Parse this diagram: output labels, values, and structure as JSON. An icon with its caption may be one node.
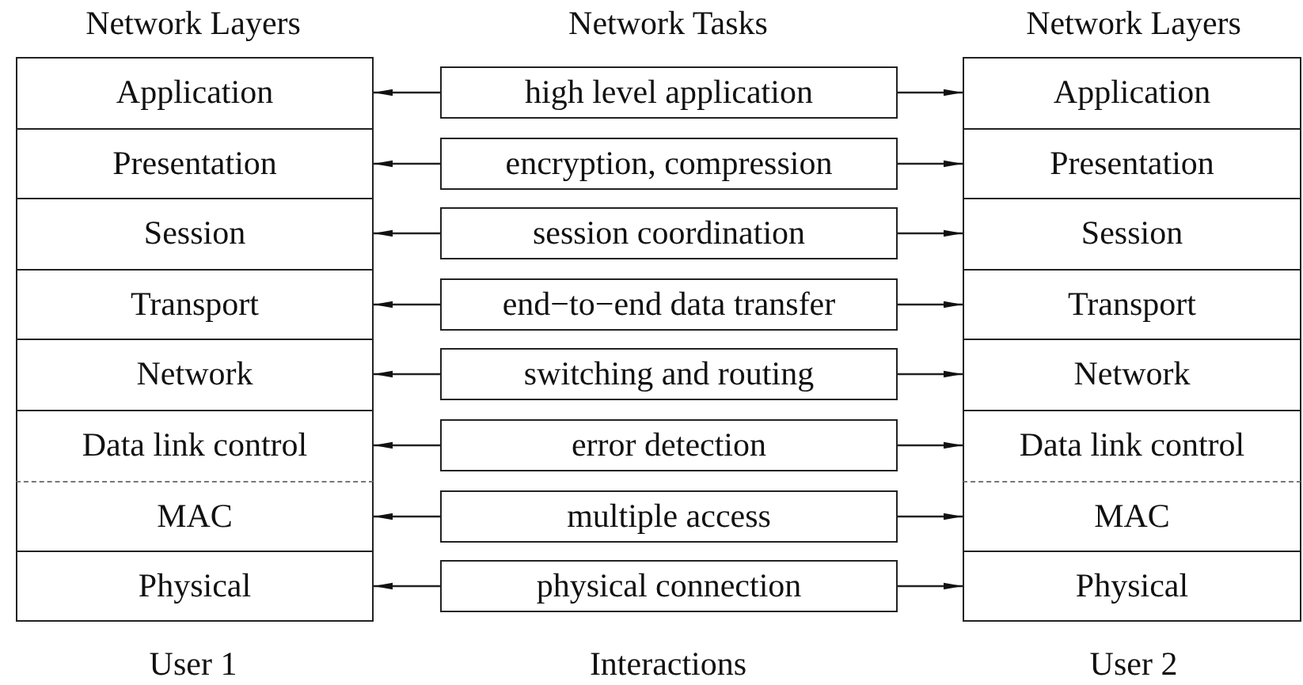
{
  "diagram": {
    "nodes": [
      {
        "text": [
          "Application"
        ]
      },
      {
        "text": [
          "high level application"
        ]
      },
      {
        "text": [
          "Application"
        ]
      },
      {
        "text": [
          "Presentation"
        ]
      },
      {
        "text": [
          "encryption, compression"
        ]
      },
      {
        "text": [
          "Presentation"
        ]
      },
      {
        "text": [
          "Session"
        ]
      },
      {
        "text": [
          "session coordination"
        ]
      },
      {
        "text": [
          "Session"
        ]
      },
      {
        "text": [
          "Transport"
        ]
      },
      {
        "text": [
          "end−to−end data transfer"
        ]
      },
      {
        "text": [
          "Transport"
        ]
      },
      {
        "text": [
          "Network"
        ]
      },
      {
        "text": [
          "switching and routing"
        ]
      },
      {
        "text": [
          "Network"
        ]
      },
      {
        "text": [
          "Data link control"
        ]
      },
      {
        "text": [
          "error detection"
        ]
      },
      {
        "text": [
          "Data link control"
        ]
      },
      {
        "text": [
          "MAC"
        ]
      },
      {
        "text": [
          "multiple access"
        ]
      },
      {
        "text": [
          "MAC"
        ]
      },
      {
        "text": [
          "Physical"
        ]
      },
      {
        "text": [
          "physical connection"
        ]
      },
      {
        "text": [
          "Physical"
        ]
      }
    ],
    "edges": [
      {
        "from": 1,
        "to": 0,
        "arrow": "to"
      },
      {
        "from": 1,
        "to": 2,
        "arrow": "to"
      },
      {
        "from": 4,
        "to": 3,
        "arrow": "to"
      },
      {
        "from": 4,
        "to": 5,
        "arrow": "to"
      },
      {
        "from": 7,
        "to": 6,
        "arrow": "to"
      },
      {
        "from": 7,
        "to": 8,
        "arrow": "to"
      },
      {
        "from": 10,
        "to": 9,
        "arrow": "to"
      },
      {
        "from": 10,
        "to": 11,
        "arrow": "to"
      },
      {
        "from": 13,
        "to": 12,
        "arrow": "to"
      },
      {
        "from": 13,
        "to": 14,
        "arrow": "to"
      },
      {
        "from": 16,
        "to": 15,
        "arrow": "to"
      },
      {
        "from": 16,
        "to": 17,
        "arrow": "to"
      },
      {
        "from": 19,
        "to": 18,
        "arrow": "to"
      },
      {
        "from": 19,
        "to": 20,
        "arrow": "to"
      },
      {
        "from": 22,
        "to": 21,
        "arrow": "to"
      },
      {
        "from": 22,
        "to": 23,
        "arrow": "to"
      }
    ],
    "labels": [
      "Network Layers",
      "Network Tasks",
      "Network Layers",
      "User 1",
      "Interactions",
      "User 2"
    ]
  }
}
